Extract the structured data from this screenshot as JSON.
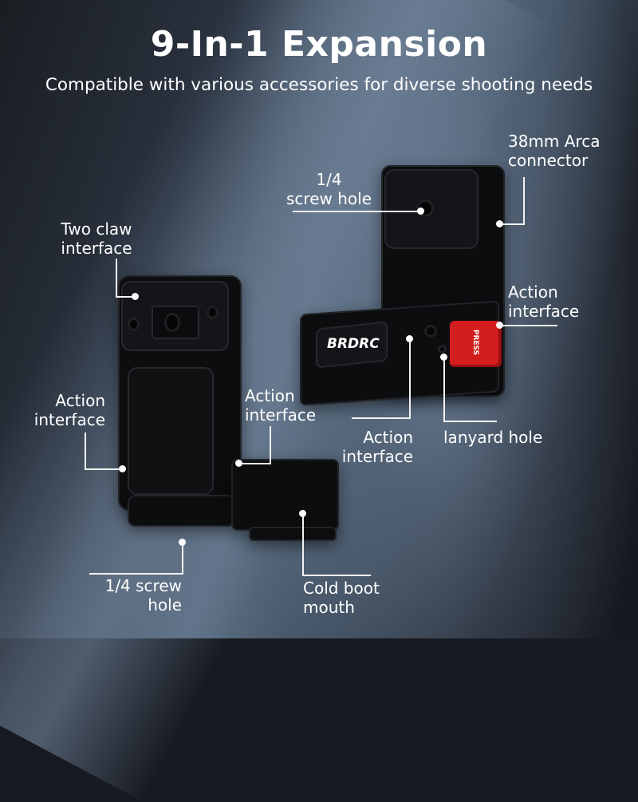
{
  "header": {
    "title": "9-In-1 Expansion",
    "subtitle": "Compatible with various accessories for diverse shooting needs"
  },
  "callouts": {
    "arca_connector": [
      "38mm Arca",
      "connector"
    ],
    "screw_hole_top": [
      "1/4",
      "screw hole"
    ],
    "two_claw": [
      "Two claw",
      "interface"
    ],
    "action_right": [
      "Action",
      "interface"
    ],
    "action_left": [
      "Action",
      "interface"
    ],
    "action_center_left": [
      "Action",
      "interface"
    ],
    "action_center": [
      "Action",
      "interface"
    ],
    "lanyard_hole": "lanyard hole",
    "screw_hole_bottom": [
      "1/4 screw",
      "hole"
    ],
    "cold_boot": [
      "Cold boot",
      "mouth"
    ]
  },
  "product": {
    "brand_text": "BRDRC",
    "button_text": "PRESS",
    "accent_color": "#d41d1d"
  }
}
